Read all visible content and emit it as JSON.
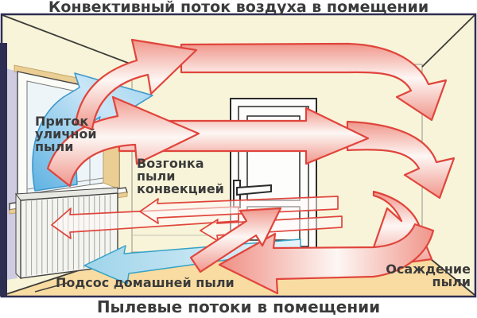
{
  "titles": {
    "top": "Конвективный поток воздуха в помещении",
    "bottom": "Пылевые потоки в помещении"
  },
  "labels": {
    "street_dust_inflow": "Приток\nуличной\nпыли",
    "dust_convection": "Возгонка\nпыли\nконвекцией",
    "dust_settling": "Осаждение\nпыли",
    "home_dust_suction": "Подсос домашней пыли"
  },
  "colors": {
    "wall": "#f8f4d9",
    "floor": "#f8dca2",
    "wall_shadow": "#cfcce2",
    "frame": "#2e2e52",
    "text": "#3b3b3b",
    "arrow_red": "#e0453c",
    "arrow_blue": "#3e98cc",
    "arrow_cyan": "#35a2c6"
  }
}
